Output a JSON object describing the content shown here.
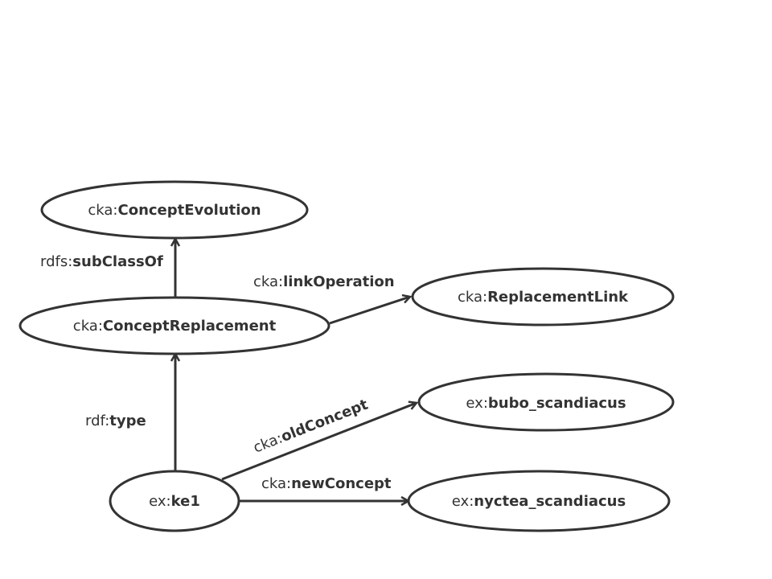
{
  "nodes": {
    "concept_evolution": {
      "prefix": "cka:",
      "name": "ConceptEvolution"
    },
    "concept_replacement": {
      "prefix": "cka:",
      "name": "ConceptReplacement"
    },
    "replacement_link": {
      "prefix": "cka:",
      "name": "ReplacementLink"
    },
    "bubo_scandiacus": {
      "prefix": "ex:",
      "name": "bubo_scandiacus"
    },
    "ke1": {
      "prefix": "ex:",
      "name": "ke1"
    },
    "nyctea_scandiacus": {
      "prefix": "ex:",
      "name": "nyctea_scandiacus"
    }
  },
  "edges": {
    "subclassof": {
      "prefix": "rdfs:",
      "name": "subClassOf"
    },
    "linkoperation": {
      "prefix": "cka:",
      "name": "linkOperation"
    },
    "type": {
      "prefix": "rdf:",
      "name": "type"
    },
    "oldconcept": {
      "prefix": "cka:",
      "name": "oldConcept"
    },
    "newconcept": {
      "prefix": "cka:",
      "name": "newConcept"
    }
  },
  "colors": {
    "stroke": "#333333",
    "text": "#333333",
    "background": "#ffffff"
  }
}
